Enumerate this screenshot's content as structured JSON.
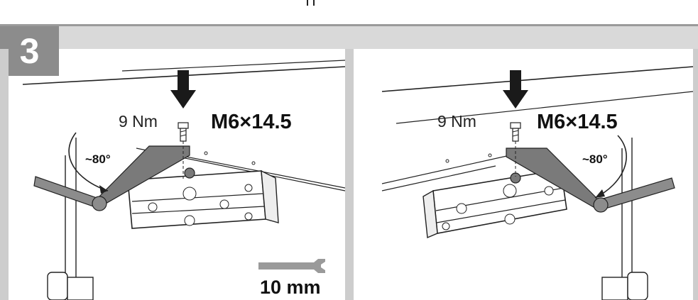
{
  "step": {
    "number": "3"
  },
  "left_panel": {
    "torque": "9 Nm",
    "screw": "M6×14.5",
    "angle": "~80°",
    "wrench_size": "10 mm"
  },
  "right_panel": {
    "torque": "9 Nm",
    "screw": "M6×14.5",
    "angle": "~80°"
  },
  "colors": {
    "band": "#d9d9d9",
    "step_box": "#8c8c8c",
    "arm": "#7a7a7a",
    "arrow": "#1a1a1a"
  },
  "icons": [
    "down-arrow-icon",
    "screw-icon",
    "rotation-arrow-icon",
    "wrench-icon"
  ]
}
